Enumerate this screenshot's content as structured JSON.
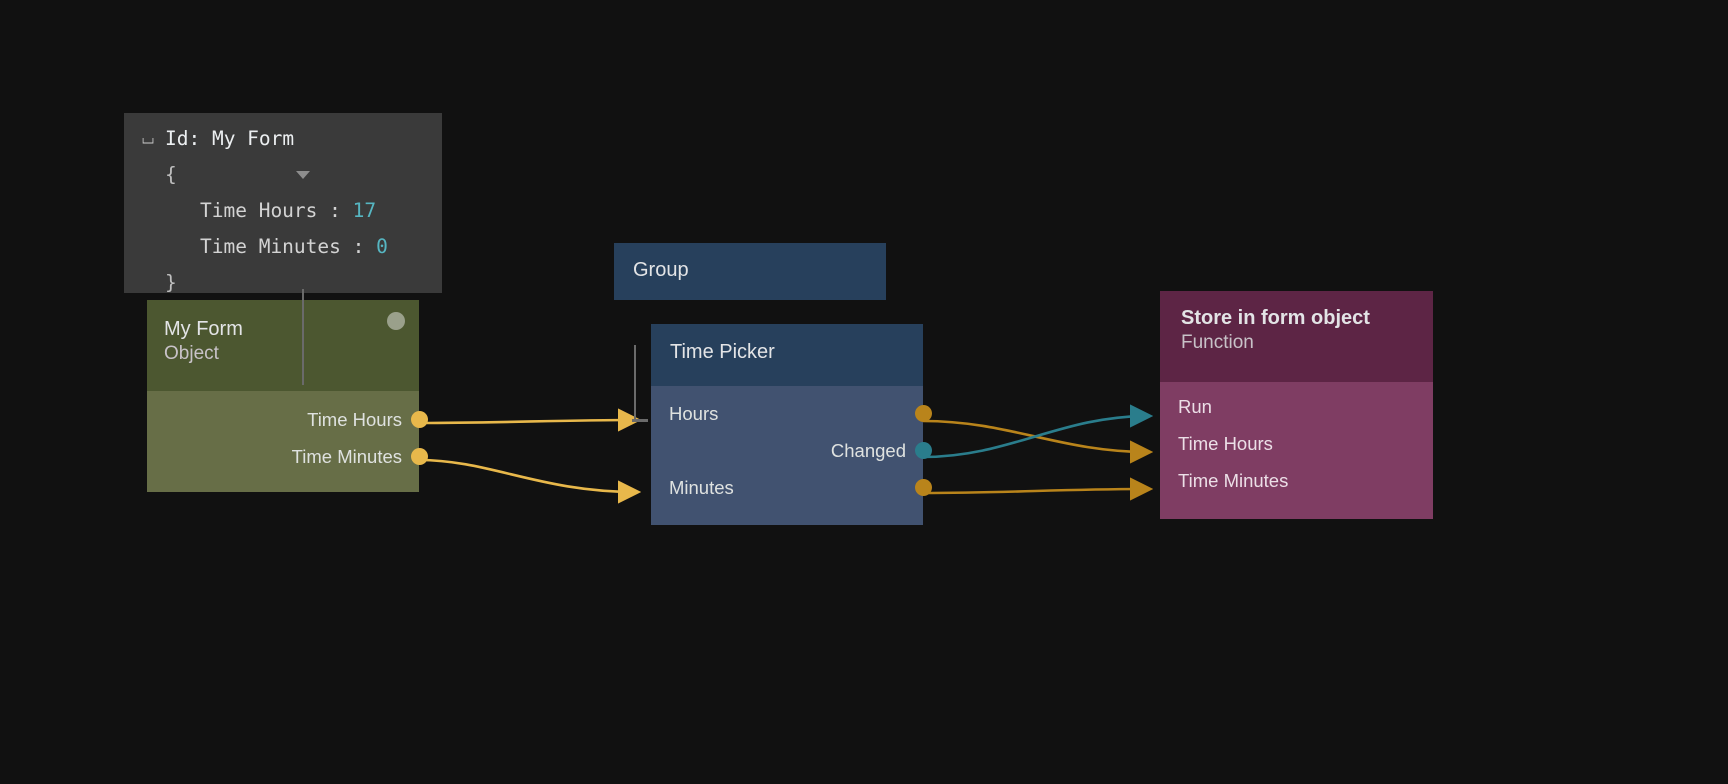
{
  "canvas": {
    "background": "#111111"
  },
  "inspector": {
    "pin_icon": "pin-icon",
    "id_label": "Id: My Form",
    "open_brace": "{",
    "close_brace": "}",
    "entries": [
      {
        "key": "Time Hours",
        "separator": ":",
        "value": "17"
      },
      {
        "key": "Time Minutes",
        "separator": ":",
        "value": "0"
      }
    ],
    "value_color": "#56b6c2"
  },
  "nodes": {
    "my_form": {
      "title": "My Form",
      "subtitle": "Object",
      "header_color": "#4c5730",
      "body_color": "#676e47",
      "status_dot_color": "#9aa08b",
      "outputs": [
        {
          "label": "Time Hours",
          "color": "#e8b84b"
        },
        {
          "label": "Time Minutes",
          "color": "#e8b84b"
        }
      ]
    },
    "group": {
      "title": "Group",
      "header_color": "#27405c"
    },
    "time_picker": {
      "title": "Time Picker",
      "header_color": "#27405c",
      "body_color": "#415270",
      "inputs": [
        {
          "label": "Hours"
        },
        {
          "label": "Minutes"
        }
      ],
      "outputs": [
        {
          "label": "",
          "color": "#b9841b"
        },
        {
          "label": "Changed",
          "color": "#2a7d8c"
        },
        {
          "label": "",
          "color": "#b9841b"
        }
      ]
    },
    "store_in_form_object": {
      "title": "Store in form object",
      "subtitle": "Function",
      "header_color": "#5d2545",
      "body_color": "#7f3d63",
      "inputs": [
        {
          "label": "Run",
          "color": "#2a7d8c"
        },
        {
          "label": "Time Hours",
          "color": "#b9841b"
        },
        {
          "label": "Time Minutes",
          "color": "#b9841b"
        }
      ]
    }
  },
  "connections": [
    {
      "from": "my_form.Time Hours",
      "to": "time_picker.Hours",
      "color": "#e8b84b"
    },
    {
      "from": "my_form.Time Minutes",
      "to": "time_picker.Minutes",
      "color": "#e8b84b"
    },
    {
      "from": "time_picker.out1",
      "to": "store_in_form_object.Time Hours",
      "color": "#b9841b"
    },
    {
      "from": "time_picker.Changed",
      "to": "store_in_form_object.Run",
      "color": "#2a7d8c"
    },
    {
      "from": "time_picker.out3",
      "to": "store_in_form_object.Time Minutes",
      "color": "#b9841b"
    }
  ]
}
